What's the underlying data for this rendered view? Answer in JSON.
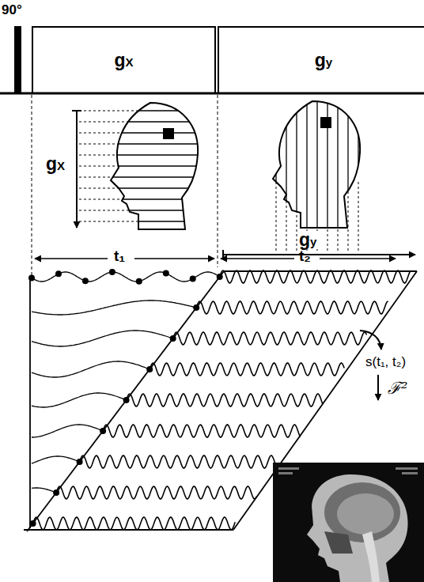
{
  "diagram": {
    "nodes": [
      {
        "text": [
          "gX"
        ]
      },
      {
        "text": [
          "gy"
        ]
      }
    ],
    "labels": [
      "90°",
      "gX",
      "gy",
      "t₁",
      "t₂",
      "s(t₁, t₂)",
      "ℱ²"
    ]
  }
}
